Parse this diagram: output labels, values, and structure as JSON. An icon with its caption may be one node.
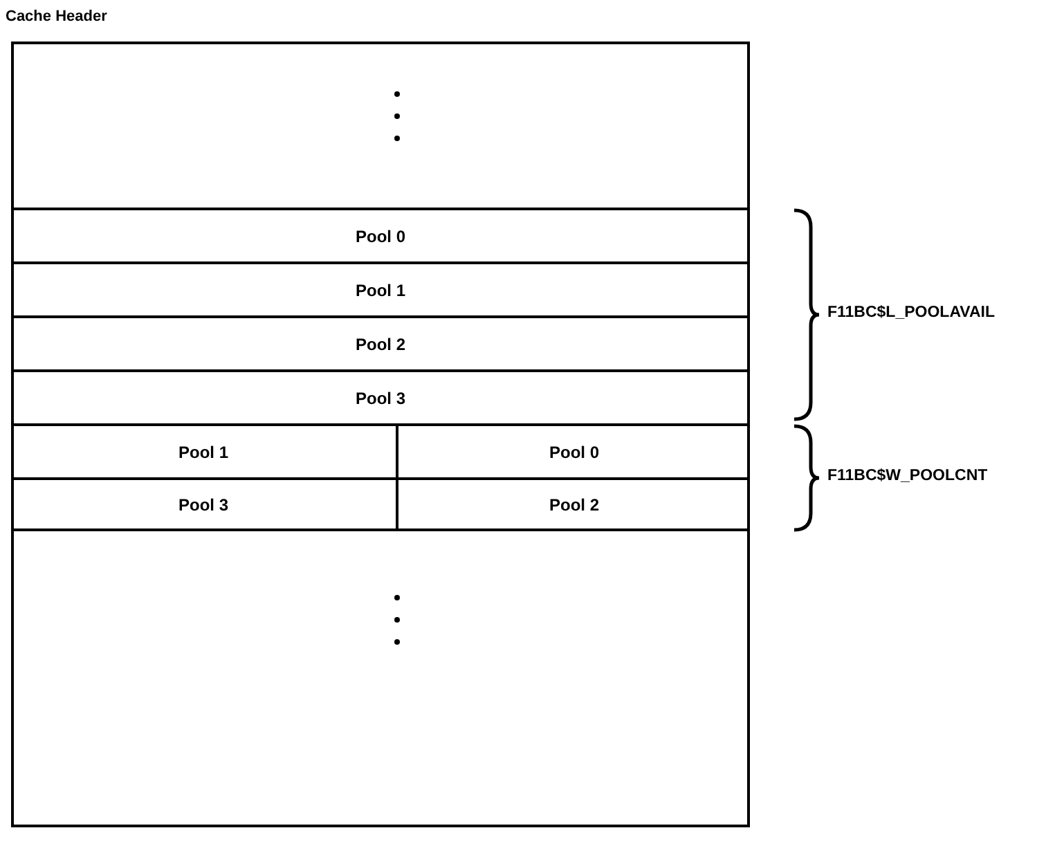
{
  "diagram": {
    "nodes": [
      {
        "text": [
          "Cache Header"
        ]
      },
      {
        "text": [
          "Pool 0"
        ],
        "in": 0
      },
      {
        "text": [
          "Pool 1"
        ],
        "in": 0
      },
      {
        "text": [
          "Pool 2"
        ],
        "in": 0
      },
      {
        "text": [
          "Pool 3"
        ],
        "in": 0
      },
      {
        "text": [
          "Pool 1"
        ],
        "in": 0
      },
      {
        "text": [
          "Pool 0"
        ],
        "in": 0
      },
      {
        "text": [
          "Pool 3"
        ],
        "in": 0
      },
      {
        "text": [
          "Pool 2"
        ],
        "in": 0
      }
    ],
    "edges": [],
    "labels": [
      "F11BC$L_POOLAVAIL",
      "F11BC$W_POOLCNT"
    ]
  }
}
